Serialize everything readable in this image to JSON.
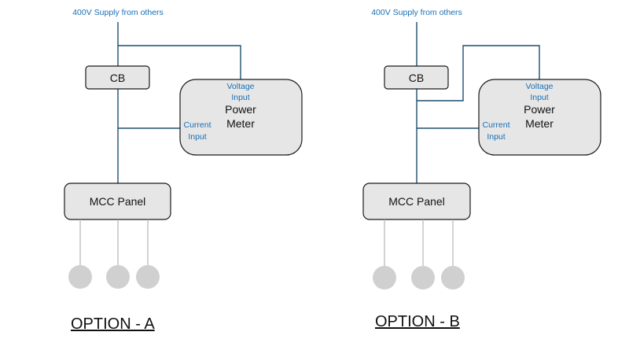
{
  "colors": {
    "wire": "#1d4f6e",
    "label_blue": "#1a6fb5",
    "box_fill": "#e6e6e6",
    "box_stroke": "#1a1a1a",
    "load_fill": "#d0d0d0",
    "load_line": "#b5b5b5"
  },
  "option_a": {
    "supply_label": "400V Supply from others",
    "cb_label": "CB",
    "meter_line1": "Power",
    "meter_line2": "Meter",
    "voltage_input_line1": "Voltage",
    "voltage_input_line2": "Input",
    "current_input_line1": "Current",
    "current_input_line2": "Input",
    "mcc_label": "MCC Panel",
    "option_label": "OPTION - A"
  },
  "option_b": {
    "supply_label": "400V Supply from others",
    "cb_label": "CB",
    "meter_line1": "Power",
    "meter_line2": "Meter",
    "voltage_input_line1": "Voltage",
    "voltage_input_line2": "Input",
    "current_input_line1": "Current",
    "current_input_line2": "Input",
    "mcc_label": "MCC Panel",
    "option_label": "OPTION - B"
  }
}
